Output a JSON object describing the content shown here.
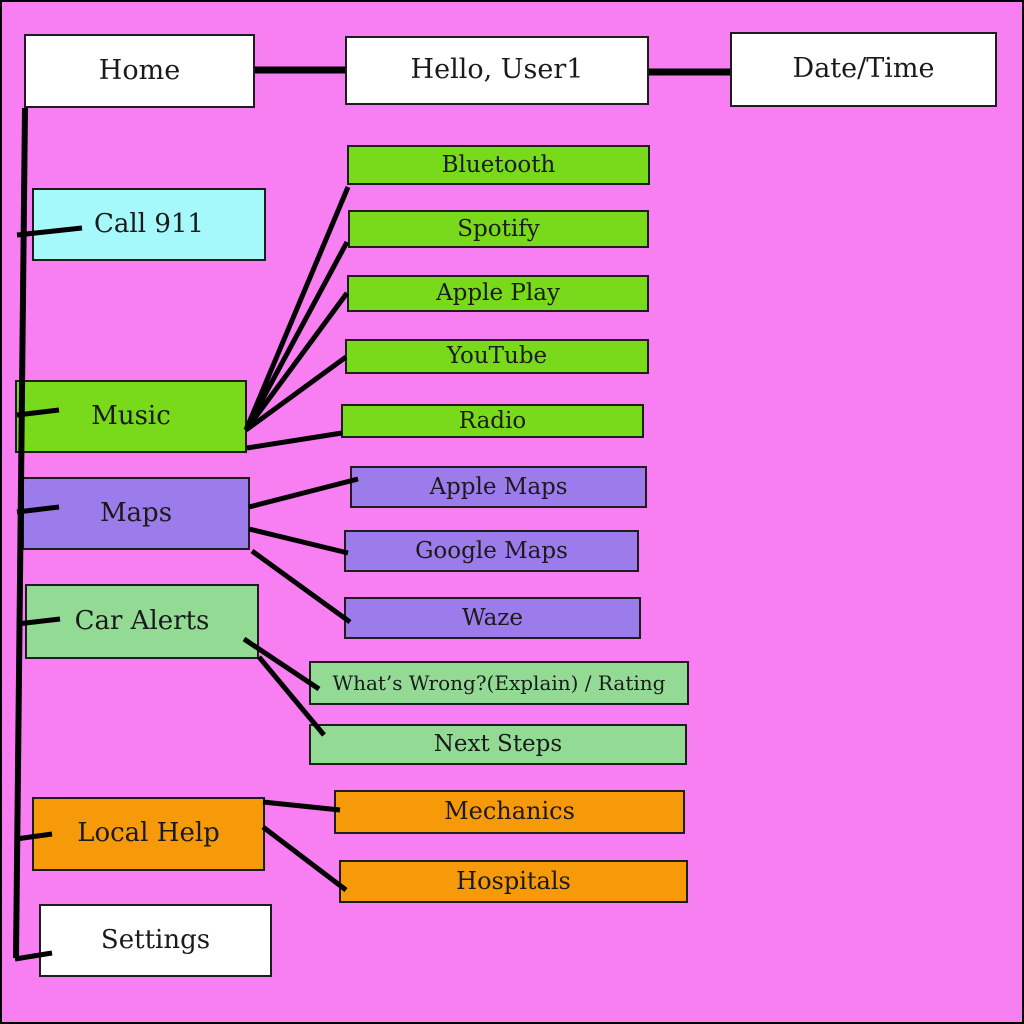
{
  "top_row": {
    "home": "Home",
    "greeting": "Hello, User1",
    "datetime": "Date/Time"
  },
  "nodes": {
    "call911": {
      "label": "Call 911"
    },
    "music": {
      "label": "Music",
      "children": [
        "Bluetooth",
        "Spotify",
        "Apple Play",
        "YouTube",
        "Radio"
      ]
    },
    "maps": {
      "label": "Maps",
      "children": [
        "Apple Maps",
        "Google Maps",
        "Waze"
      ]
    },
    "car_alerts": {
      "label": "Car Alerts",
      "children": [
        "What’s Wrong?(Explain) / Rating",
        "Next Steps"
      ]
    },
    "local_help": {
      "label": "Local Help",
      "children": [
        "Mechanics",
        "Hospitals"
      ]
    },
    "settings": {
      "label": "Settings"
    }
  },
  "connections": [
    "Home - Hello, User1",
    "Hello, User1 - Date/Time",
    "Home - Call 911",
    "Home - Music",
    "Home - Maps",
    "Home - Car Alerts",
    "Home - Local Help",
    "Home - Settings",
    "Music - Bluetooth",
    "Music - Spotify",
    "Music - Apple Play",
    "Music - YouTube",
    "Music - Radio",
    "Maps - Apple Maps",
    "Maps - Google Maps",
    "Maps - Waze",
    "Car Alerts - What’s Wrong?(Explain) / Rating",
    "Car Alerts - Next Steps",
    "Local Help - Mechanics",
    "Local Help - Hospitals"
  ],
  "colors": {
    "background": "#f77ff2",
    "plain": "#ffffff",
    "emergency_cyan": "#a5f9fb",
    "music_green": "#79da1b",
    "maps_purple": "#9c7beb",
    "alerts_green": "#93db95",
    "help_orange": "#f79a0a",
    "line_black": "#000000",
    "border_dark": "#1d1d1d"
  }
}
